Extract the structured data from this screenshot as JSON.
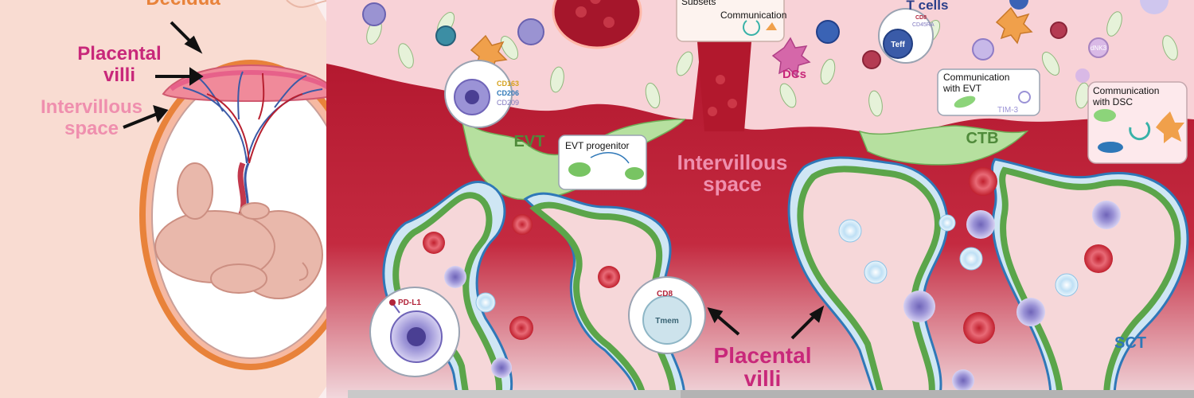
{
  "labels": {
    "decidua": "Decidua",
    "placental_villi_left_1": "Placental",
    "placental_villi_left_2": "villi",
    "intervillous_left_1": "Intervillous",
    "intervillous_left_2": "space",
    "evt": "EVT",
    "ctb": "CTB",
    "sct": "SCT",
    "intervillous_center_1": "Intervillous",
    "intervillous_center_2": "space",
    "placental_villi_center_1": "Placental",
    "placental_villi_center_2": "villi",
    "dcs": "DCs",
    "t_cells": "T cells",
    "subsets": "Subsets",
    "communication": "Communication",
    "cd163": "CD163",
    "cd206": "CD206",
    "cd209": "CD209",
    "cd8_teff": "CD8",
    "cd45ra": "CD45RA",
    "teff": "Teff",
    "dnk3": "dNK3",
    "comm_evt_1": "Communication",
    "comm_evt_2": "with EVT",
    "tim3": "TIM-3",
    "comm_dsc_1": "Communication",
    "comm_dsc_2": "with DSC",
    "evt_progenitor": "EVT progenitor",
    "pdl1": "PD-L1",
    "cd8_tmem": "CD8",
    "tmem": "Tmem"
  },
  "colors": {
    "decidua_orange": "#e8823a",
    "villi_magenta": "#c8287a",
    "intervillous_pink": "#ef8fae",
    "evt_green": "#4f8a3a",
    "sct_blue": "#2f78b8",
    "blood_red": "#b51a34",
    "decidua_pink": "#f5c9cf",
    "trophoblast_green": "#9fd58a",
    "sct_light_blue": "#b7d8f0"
  }
}
